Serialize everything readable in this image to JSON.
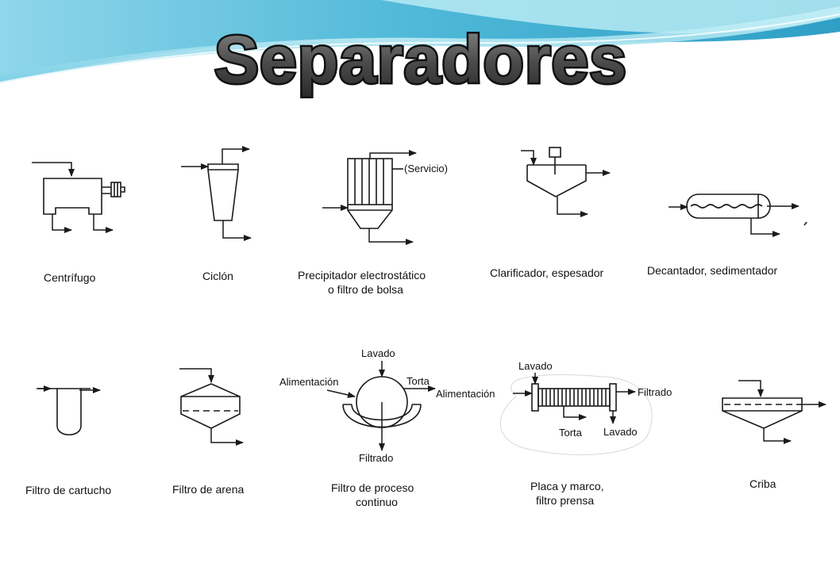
{
  "title": "Separadores",
  "row1": {
    "centrifugo": "Centrífugo",
    "ciclon": "Ciclón",
    "precipitador_1": "Precipitador electrostático",
    "precipitador_2": "o filtro de bolsa",
    "servicio": "(Servicio)",
    "clarificador": "Clarificador, espesador",
    "decantador": "Decantador, sedimentador"
  },
  "row2": {
    "cartucho": "Filtro de cartucho",
    "arena": "Filtro de arena",
    "proceso_1": "Filtro de proceso",
    "proceso_2": "continuo",
    "proceso_lavado": "Lavado",
    "proceso_alimentacion": "Alimentación",
    "proceso_torta": "Torta",
    "proceso_filtrado": "Filtrado",
    "placa_1": "Placa y marco,",
    "placa_2": "filtro prensa",
    "placa_lavado_in": "Lavado",
    "placa_alimentacion": "Alimentación",
    "placa_filtrado": "Filtrado",
    "placa_torta": "Torta",
    "placa_lavado_out": "Lavado",
    "criba": "Criba"
  },
  "colors": {
    "wave_light": "#a8e4f0",
    "wave_mid": "#5cc4dd",
    "wave_dark": "#2a9cc0",
    "title_fill": "#5a5a5a",
    "ink": "#1a1a1a"
  }
}
